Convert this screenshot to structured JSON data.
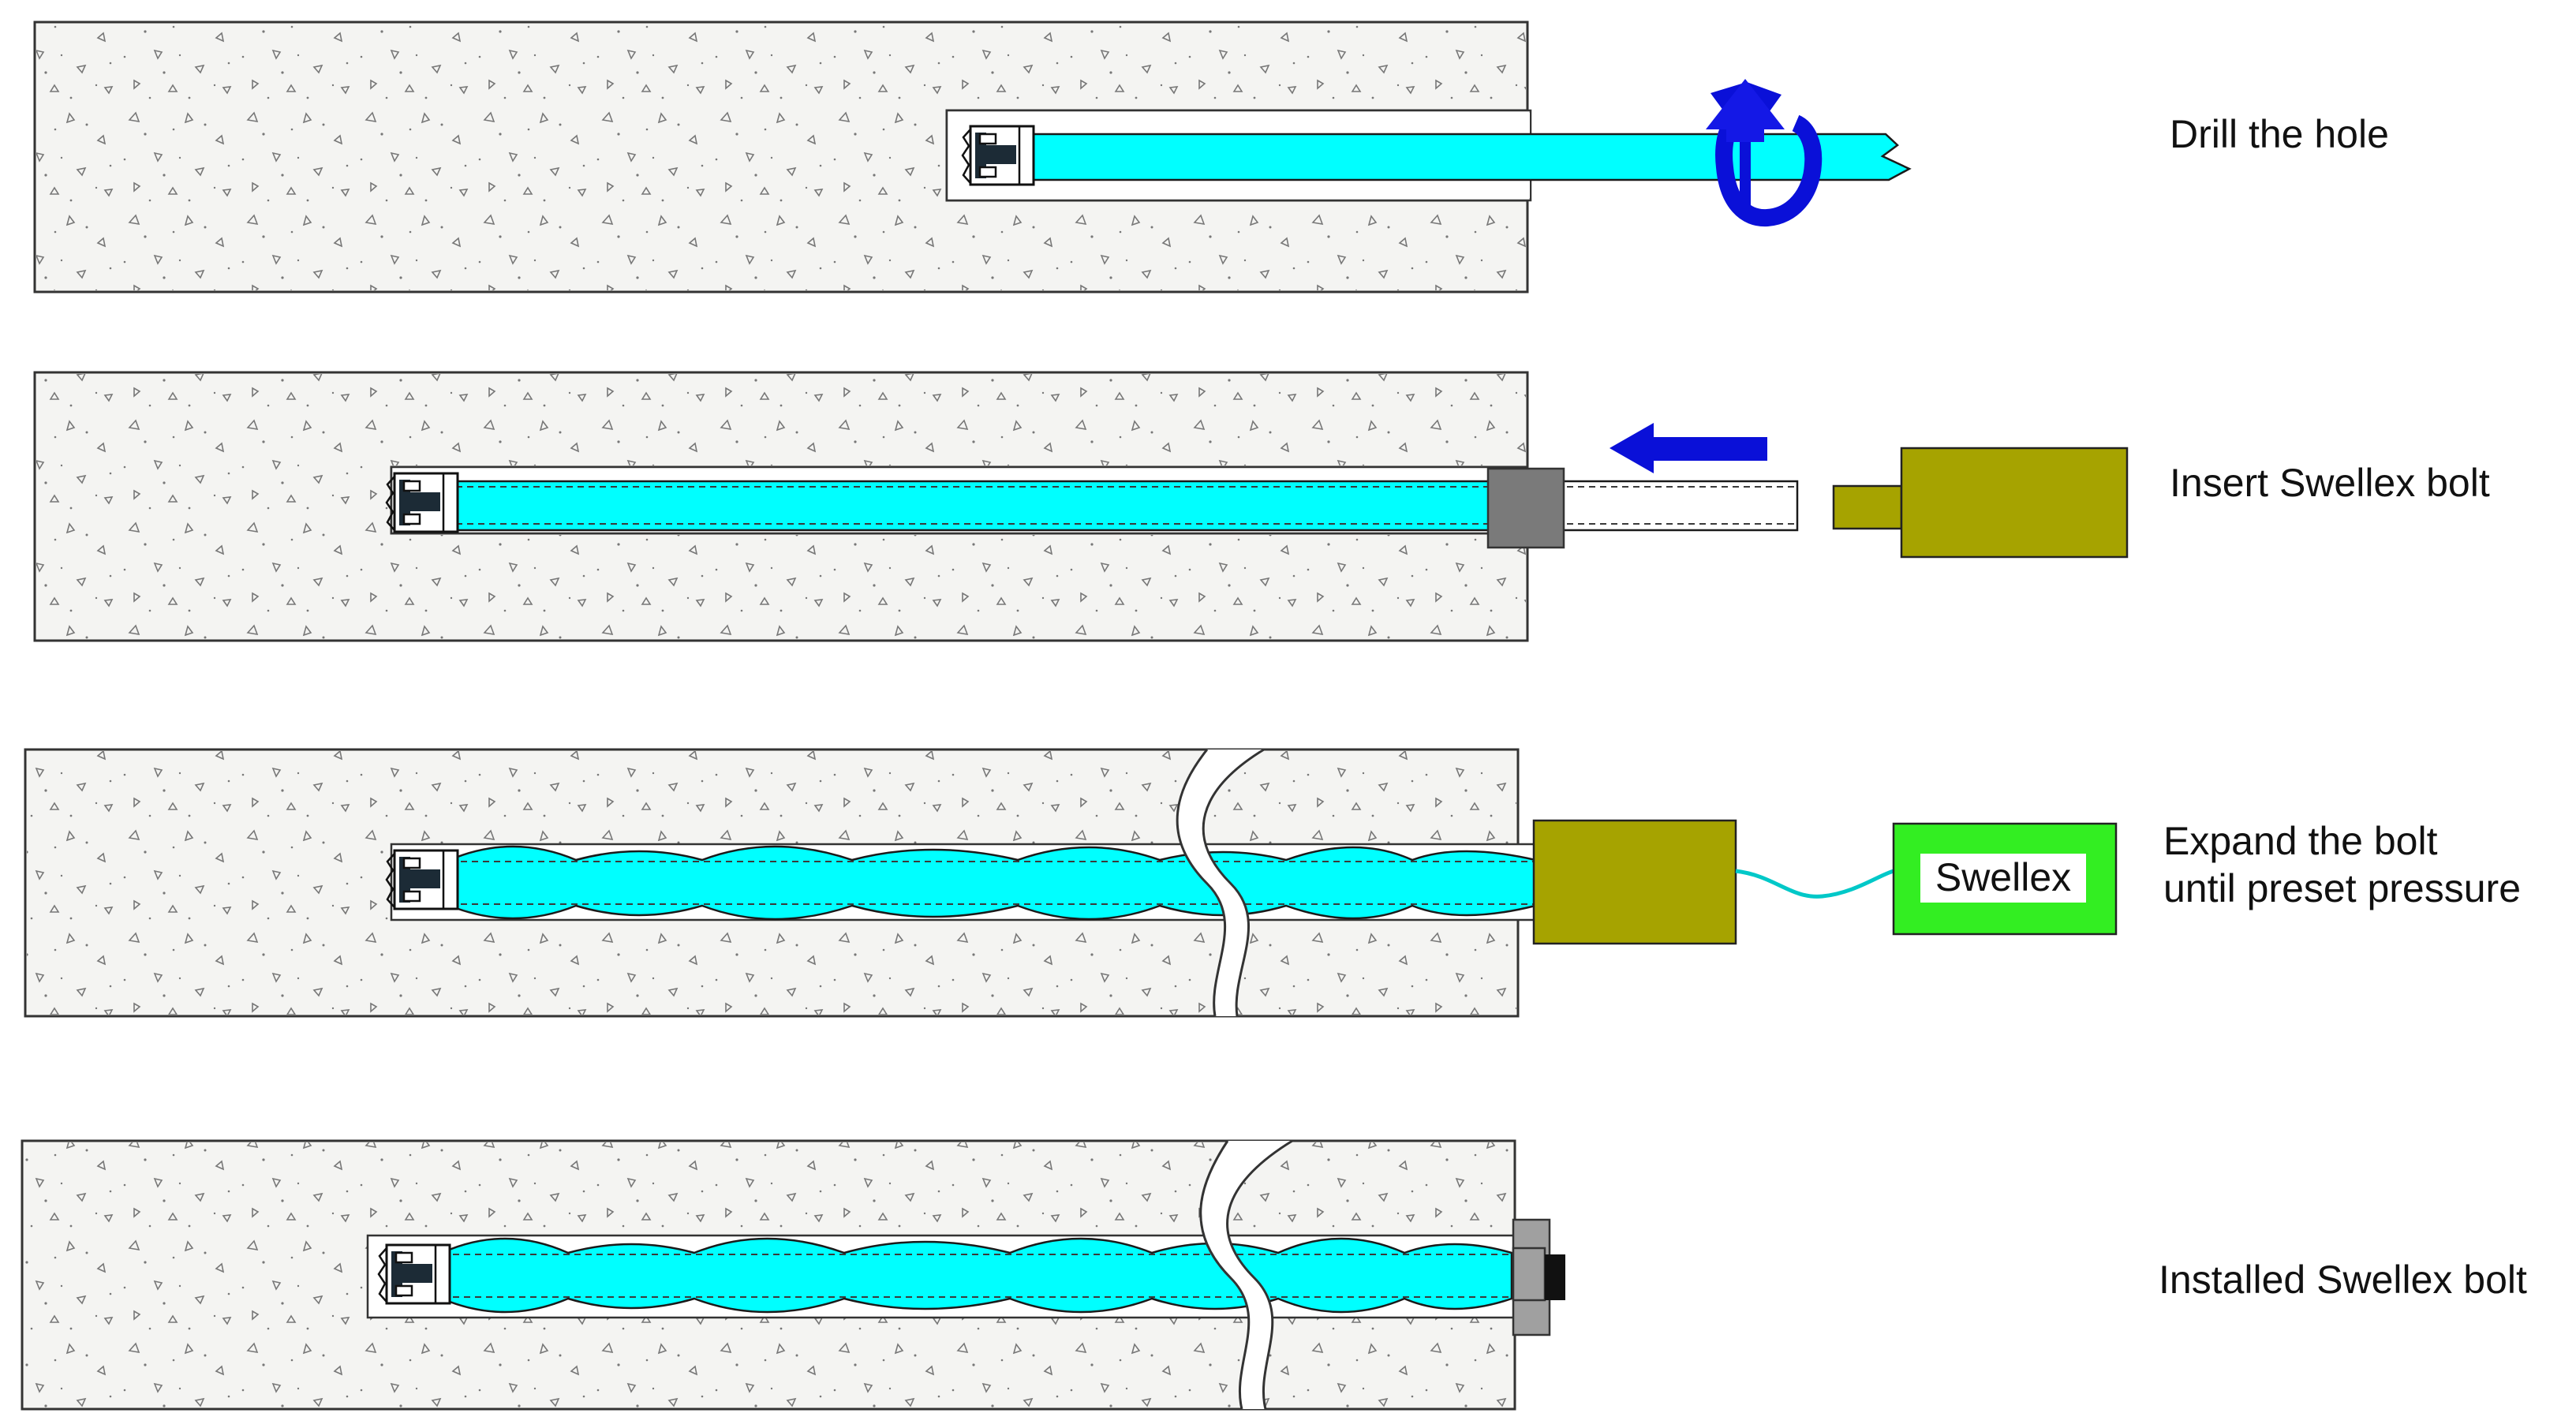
{
  "steps": [
    {
      "id": "drill",
      "label": "Drill the hole"
    },
    {
      "id": "insert",
      "label": "Insert Swellex bolt"
    },
    {
      "id": "expand",
      "label_lines": [
        "Expand the bolt",
        "until preset pressure"
      ]
    },
    {
      "id": "installed",
      "label": "Installed Swellex bolt"
    }
  ],
  "pump": {
    "label": "Swellex"
  },
  "colors": {
    "bolt": "#00ffff",
    "arrow": "#0a10d8",
    "chuck": "#a6a300",
    "pump": "#33ee22",
    "washer": "#a0a0a0",
    "sleeve": "#7a7a7a",
    "rock": "#f4f4f2",
    "speckle": "#777777"
  },
  "icons": {
    "rotation": "rotation-arrow-icon",
    "push": "left-arrow-icon",
    "bit": "drill-bit-icon"
  }
}
